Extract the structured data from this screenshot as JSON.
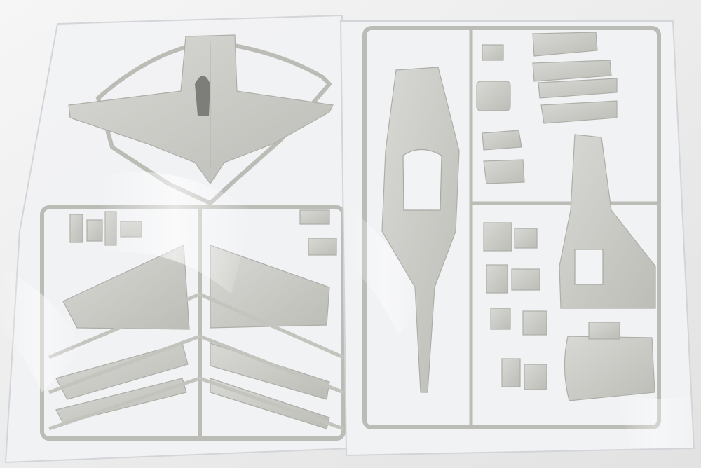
{
  "scene": {
    "subject": "plastic-model-kit-sprues",
    "background_color": "#ececec",
    "bag_tint": "#f4f5f7",
    "plastic_color": "#cfcfcb",
    "plastic_shadow": "#a9a9a4",
    "plastic_highlight": "#e3e3df"
  },
  "bags": [
    {
      "id": "left-bag",
      "content": "wing-sprue"
    },
    {
      "id": "right-bag",
      "content": "fuselage-sprue"
    }
  ]
}
